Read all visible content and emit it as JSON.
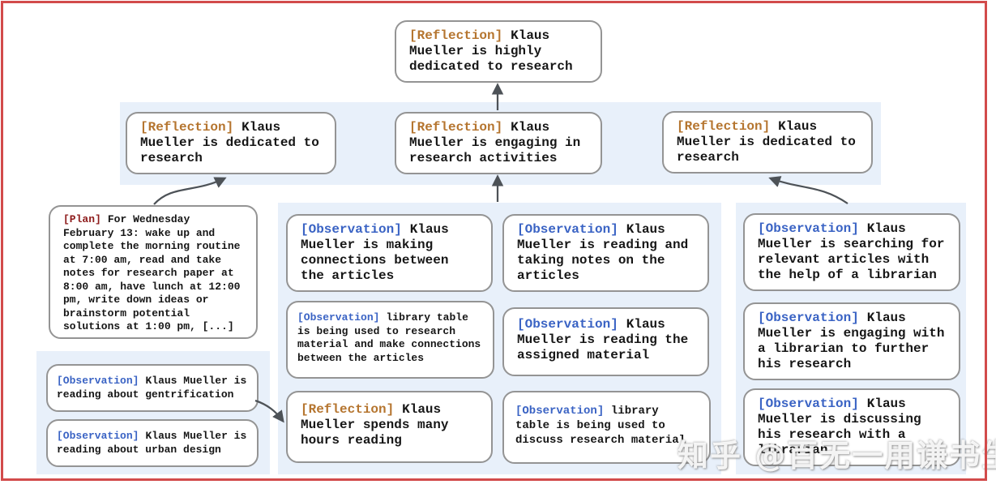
{
  "diagram": {
    "root": {
      "tag": "[Reflection]",
      "text": "Klaus Mueller is highly dedicated to research"
    },
    "reflections_row": [
      {
        "tag": "[Reflection]",
        "text": "Klaus Mueller is dedicated to research"
      },
      {
        "tag": "[Reflection]",
        "text": "Klaus Mueller is engaging in research activities"
      },
      {
        "tag": "[Reflection]",
        "text": "Klaus Mueller is dedicated to research"
      }
    ],
    "plan": {
      "tag": "[Plan]",
      "text": "For Wednesday February 13: wake up and complete the morning routine at 7:00 am, read and take notes for research paper at 8:00 am, have lunch at 12:00 pm, write down ideas or brainstorm potential solutions at 1:00 pm, [...]"
    },
    "left_observations": [
      {
        "tag": "[Observation]",
        "text": "Klaus Mueller is reading about gentrification"
      },
      {
        "tag": "[Observation]",
        "text": "Klaus Mueller is reading about urban design"
      }
    ],
    "middle_col1": [
      {
        "tag": "[Observation]",
        "text": "Klaus Mueller is making connections between the articles"
      },
      {
        "tag": "[Observation]",
        "text": "library table is being used to research material and make connections between the articles"
      },
      {
        "tag": "[Reflection]",
        "text": "Klaus Mueller spends many hours reading"
      }
    ],
    "middle_col2": [
      {
        "tag": "[Observation]",
        "text": "Klaus Mueller is reading and taking notes on the articles"
      },
      {
        "tag": "[Observation]",
        "text": "Klaus Mueller is reading the assigned material"
      },
      {
        "tag": "[Observation]",
        "text": "library table is being used to discuss research material"
      }
    ],
    "right_col": [
      {
        "tag": "[Observation]",
        "text": "Klaus Mueller is searching for relevant articles with the help of a librarian"
      },
      {
        "tag": "[Observation]",
        "text": "Klaus Mueller is engaging with a librarian to further his research"
      },
      {
        "tag": "[Observation]",
        "text": "Klaus Mueller is discussing his research with a librarian"
      }
    ]
  },
  "watermark": {
    "text": "知乎 @百无一用谦书生"
  },
  "colors": {
    "reflection_tag": "#b5752f",
    "observation_tag": "#3a63c4",
    "plan_tag": "#8e1b1b",
    "band": "#e8f0fa",
    "frame": "#d24b4b",
    "arrow": "#4d5257",
    "node_border": "#949494",
    "text": "#161616"
  }
}
